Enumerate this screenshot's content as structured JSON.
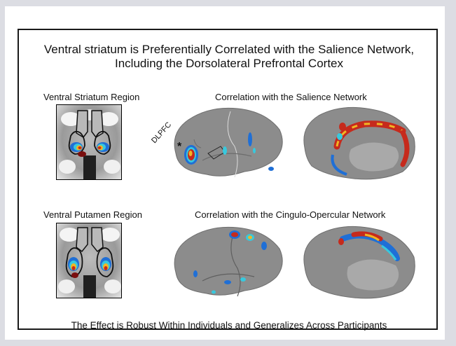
{
  "title_line1": "Ventral striatum is Preferentially Correlated with the Salience Network,",
  "title_line2": "Including the Dorsolateral Prefrontal Cortex",
  "row1": {
    "region_label": "Ventral Striatum Region",
    "network_label": "Correlation with the Salience Network",
    "annotation": "DLPFC",
    "marker": "*"
  },
  "row2": {
    "region_label": "Ventral Putamen Region",
    "network_label": "Correlation with the Cingulo-Opercular Network"
  },
  "footer": "The Effect is Robust Within Individuals and Generalizes Across Participants",
  "colors": {
    "background": "#dcdde3",
    "brain_surface": "#8c8c8c",
    "hot": "#c62a1c",
    "warm": "#f0b624",
    "cool": "#1f6fd6",
    "cyan": "#37c9de"
  }
}
